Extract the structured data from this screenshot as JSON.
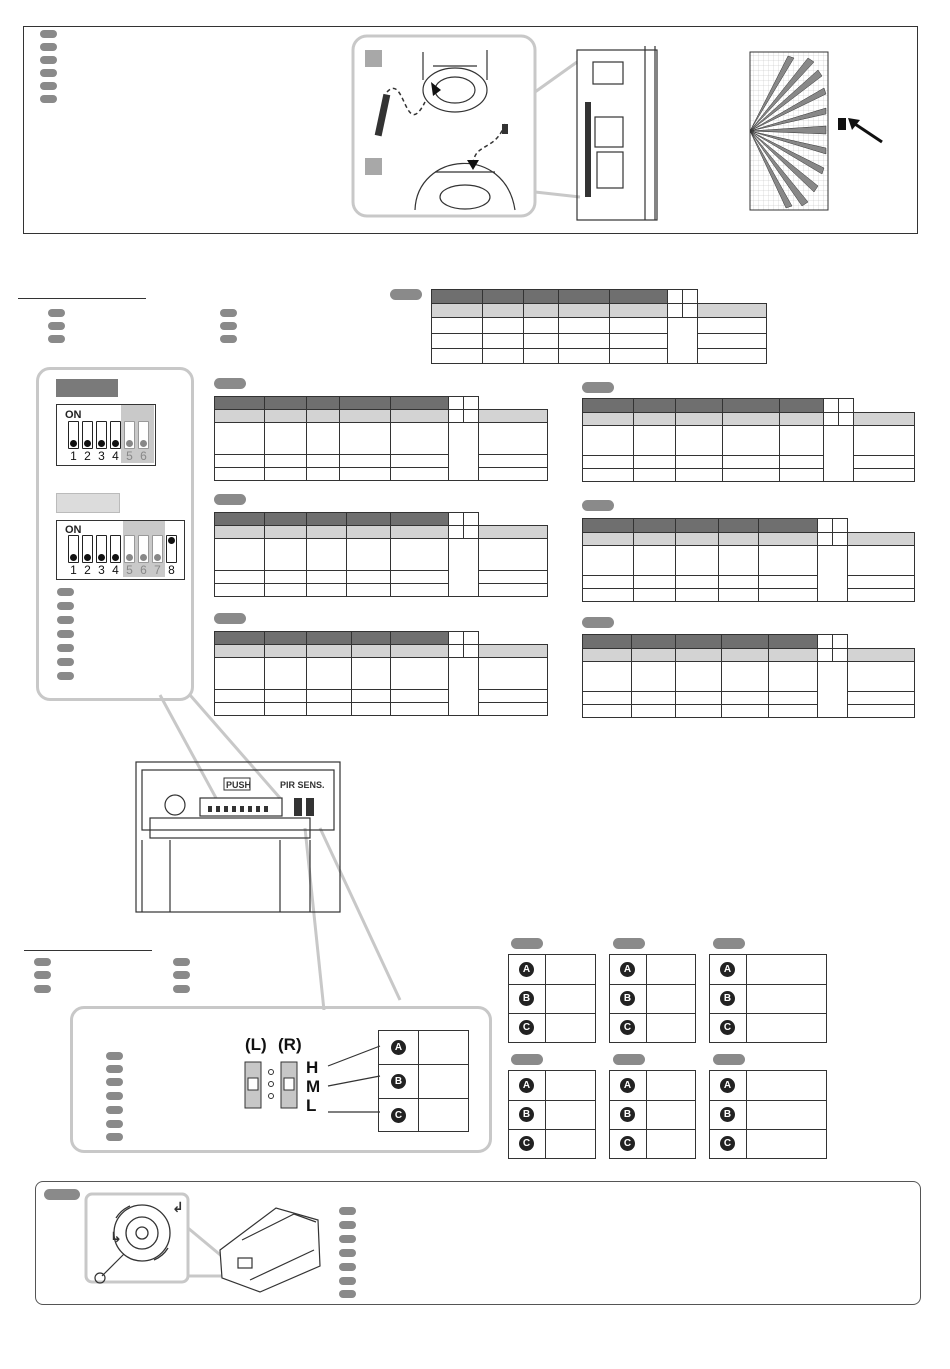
{
  "dip_6": {
    "on_label": "ON",
    "numbers": [
      "1",
      "2",
      "3",
      "4",
      "5",
      "6"
    ]
  },
  "dip_8": {
    "on_label": "ON",
    "numbers": [
      "1",
      "2",
      "3",
      "4",
      "5",
      "6",
      "7",
      "8"
    ]
  },
  "sensitivity": {
    "left": "(L)",
    "right": "(R)",
    "levels": [
      "H",
      "M",
      "L"
    ],
    "rows": [
      "A",
      "B",
      "C"
    ]
  },
  "device": {
    "push_label": "PUSH",
    "pir_sens_label": "PIR SENS."
  },
  "colors": {
    "header_dark": "#6f6f6f",
    "header_light": "#d3d3d3",
    "frame_gray": "#c8c8c8",
    "pill_gray": "#8a8a8a"
  },
  "icons": [
    "arrow-icon",
    "screw-icon",
    "rotate-icon",
    "detector-icon",
    "detection-pattern-icon"
  ]
}
